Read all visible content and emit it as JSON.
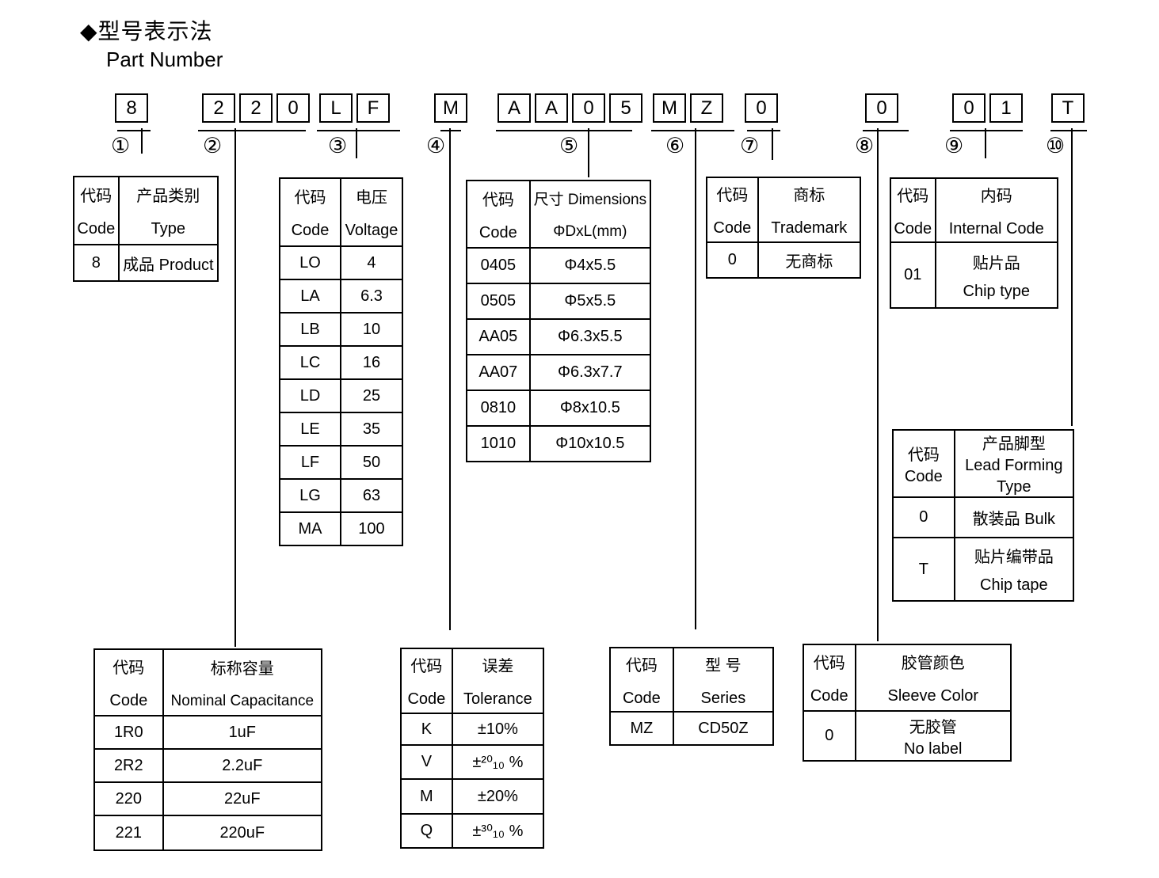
{
  "title": {
    "zh": "◆型号表示法",
    "en": "Part Number"
  },
  "part_number": {
    "segments": [
      {
        "index": "①",
        "chars": [
          "8"
        ]
      },
      {
        "index": "②",
        "chars": [
          "2",
          "2",
          "0"
        ]
      },
      {
        "index": "③",
        "chars": [
          "L",
          "F"
        ]
      },
      {
        "index": "④",
        "chars": [
          "M"
        ]
      },
      {
        "index": "⑤",
        "chars": [
          "A",
          "A",
          "0",
          "5"
        ]
      },
      {
        "index": "⑥",
        "chars": [
          "M",
          "Z"
        ]
      },
      {
        "index": "⑦",
        "chars": [
          "0"
        ]
      },
      {
        "index": "⑧",
        "chars": [
          "0"
        ]
      },
      {
        "index": "⑨",
        "chars": [
          "0",
          "1"
        ]
      },
      {
        "index": "⑩",
        "chars": [
          "T"
        ]
      }
    ]
  },
  "tables": {
    "product": {
      "header": {
        "c1": [
          "代码",
          "Code"
        ],
        "c2": [
          "产品类别",
          "Type"
        ]
      },
      "rows": [
        [
          "8",
          "成品 Product"
        ]
      ]
    },
    "capacitance": {
      "header": {
        "c1": [
          "代码",
          "Code"
        ],
        "c2": [
          "标称容量",
          "Nominal Capacitance"
        ]
      },
      "rows": [
        [
          "1R0",
          "1uF"
        ],
        [
          "2R2",
          "2.2uF"
        ],
        [
          "220",
          "22uF"
        ],
        [
          "221",
          "220uF"
        ]
      ]
    },
    "voltage": {
      "header": {
        "c1": [
          "代码",
          "Code"
        ],
        "c2": [
          "电压",
          "Voltage"
        ]
      },
      "rows": [
        [
          "LO",
          "4"
        ],
        [
          "LA",
          "6.3"
        ],
        [
          "LB",
          "10"
        ],
        [
          "LC",
          "16"
        ],
        [
          "LD",
          "25"
        ],
        [
          "LE",
          "35"
        ],
        [
          "LF",
          "50"
        ],
        [
          "LG",
          "63"
        ],
        [
          "MA",
          "100"
        ]
      ]
    },
    "tolerance": {
      "header": {
        "c1": [
          "代码",
          "Code"
        ],
        "c2": [
          "误差",
          "Tolerance"
        ]
      },
      "rows": [
        [
          "K",
          "±10%"
        ],
        [
          "V",
          "±²⁰₁₀ %"
        ],
        [
          "M",
          "±20%"
        ],
        [
          "Q",
          "±³⁰₁₀ %"
        ]
      ]
    },
    "dimensions": {
      "header": {
        "c1": [
          "代码",
          "Code"
        ],
        "c2": [
          "尺寸 Dimensions",
          "ΦDxL(mm)"
        ]
      },
      "rows": [
        [
          "0405",
          "Φ4x5.5"
        ],
        [
          "0505",
          "Φ5x5.5"
        ],
        [
          "AA05",
          "Φ6.3x5.5"
        ],
        [
          "AA07",
          "Φ6.3x7.7"
        ],
        [
          "0810",
          "Φ8x10.5"
        ],
        [
          "1010",
          "Φ10x10.5"
        ]
      ]
    },
    "series": {
      "header": {
        "c1": [
          "代码",
          "Code"
        ],
        "c2": [
          "型 号",
          "Series"
        ]
      },
      "rows": [
        [
          "MZ",
          "CD50Z"
        ]
      ]
    },
    "trademark": {
      "header": {
        "c1": [
          "代码",
          "Code"
        ],
        "c2": [
          "商标",
          "Trademark"
        ]
      },
      "rows": [
        [
          "0",
          "无商标"
        ]
      ]
    },
    "sleeve": {
      "header": {
        "c1": [
          "代码",
          "Code"
        ],
        "c2": [
          "胶管颜色",
          "Sleeve Color"
        ]
      },
      "rows": [
        [
          "0",
          [
            "无胶管",
            "No label"
          ]
        ]
      ]
    },
    "internal": {
      "header": {
        "c1": [
          "代码",
          "Code"
        ],
        "c2": [
          "内码",
          "Internal Code"
        ]
      },
      "rows": [
        [
          "01",
          [
            "贴片品",
            "Chip type"
          ]
        ]
      ]
    },
    "leadform": {
      "header": {
        "c1": [
          "代码",
          "Code"
        ],
        "c2": [
          "产品脚型",
          "Lead Forming",
          "Type"
        ]
      },
      "rows": [
        [
          "0",
          "散装品 Bulk"
        ],
        [
          "T",
          [
            "贴片编带品",
            "Chip tape"
          ]
        ]
      ]
    }
  }
}
